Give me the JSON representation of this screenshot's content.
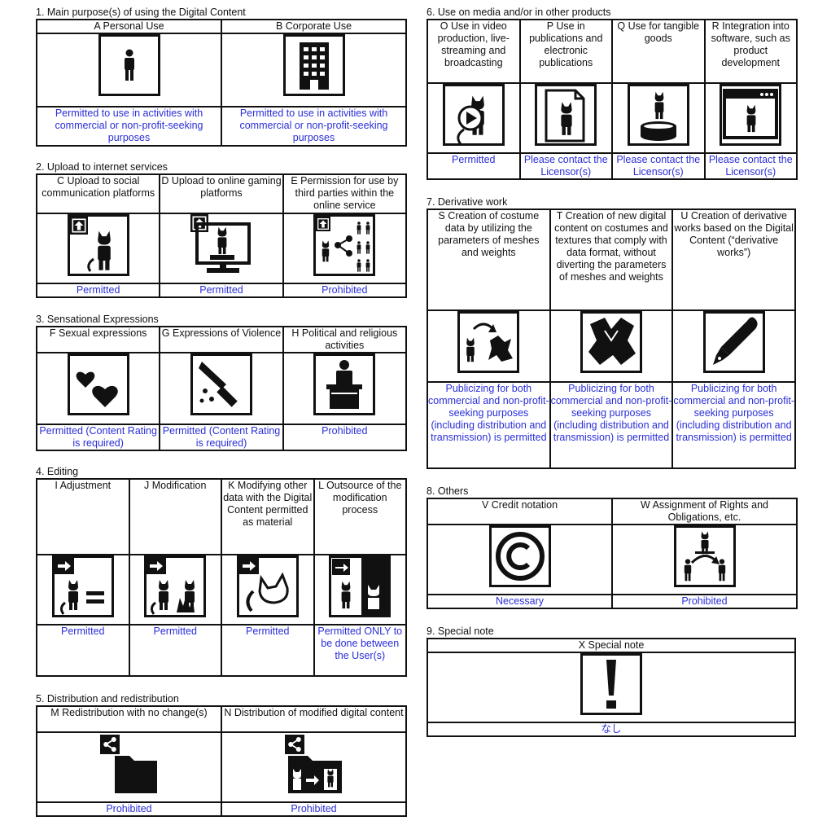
{
  "sections": {
    "s1": {
      "title": "1. Main purpose(s) of using the Digital Content",
      "items": [
        {
          "header": "A Personal Use",
          "icon": "person-icon",
          "status": "Permitted to use in activities with commercial or non-profit-seeking purposes"
        },
        {
          "header": "B  Corporate Use",
          "icon": "building-icon",
          "status": "Permitted to use in activities with commercial or non-profit-seeking purposes"
        }
      ]
    },
    "s2": {
      "title": "2. Upload to internet services",
      "items": [
        {
          "header": "C Upload to social communication platforms",
          "icon": "upload-social-icon",
          "status": "Permitted"
        },
        {
          "header": "D Upload to online gaming platforms",
          "icon": "upload-gaming-icon",
          "status": "Permitted"
        },
        {
          "header": "E Permission for use by third parties within the online service",
          "icon": "third-party-share-icon",
          "status": "Prohibited"
        }
      ]
    },
    "s3": {
      "title": "3. Sensational Expressions",
      "items": [
        {
          "header": "F Sexual expressions",
          "icon": "hearts-icon",
          "status": "Permitted (Content Rating is required)"
        },
        {
          "header": "G Expressions of Violence",
          "icon": "knife-icon",
          "status": "Permitted (Content Rating is required)"
        },
        {
          "header": "H Political and religious activities",
          "icon": "podium-speaker-icon",
          "status": "Prohibited"
        }
      ]
    },
    "s4": {
      "title": "4. Editing",
      "items": [
        {
          "header": "I Adjustment",
          "icon": "adjustment-icon",
          "status": "Permitted"
        },
        {
          "header": "J Modification",
          "icon": "modification-icon",
          "status": "Permitted"
        },
        {
          "header": "K Modifying other data with the Digital Content permitted as material",
          "icon": "modify-material-icon",
          "status": "Permitted"
        },
        {
          "header": "L Outsource of the modification process",
          "icon": "outsource-icon",
          "status": "Permitted ONLY to be done between the User(s)"
        }
      ]
    },
    "s5": {
      "title": "5. Distribution and redistribution",
      "items": [
        {
          "header": "M Redistribution with no change(s)",
          "icon": "redistribution-icon",
          "status": "Prohibited"
        },
        {
          "header": "N Distribution of modified digital content",
          "icon": "modified-distribution-icon",
          "status": "Prohibited"
        }
      ]
    },
    "s6": {
      "title": "6. Use on media and/or in other products",
      "items": [
        {
          "header": "O Use in video production, live-streaming and broadcasting",
          "icon": "video-play-icon",
          "status": "Permitted"
        },
        {
          "header": "P Use in publications and electronic publications",
          "icon": "publication-icon",
          "status": "Please contact the Licensor(s)"
        },
        {
          "header": "Q Use for tangible goods",
          "icon": "figurine-icon",
          "status": "Please contact the Licensor(s)"
        },
        {
          "header": "R Integration into software, such as product development",
          "icon": "software-window-icon",
          "status": "Please contact the Licensor(s)"
        }
      ]
    },
    "s7": {
      "title": "7. Derivative work",
      "items": [
        {
          "header": "S Creation of costume data by utilizing the parameters of meshes and weights",
          "icon": "costume-arrow-icon",
          "status": "Publicizing for both commercial and non-profit-seeking purposes (including distribution and transmission) is permitted"
        },
        {
          "header": "T Creation of new digital content on costumes and textures that comply with data format, without diverting the parameters of meshes and weights",
          "icon": "costume-icon",
          "status": "Publicizing for both commercial and non-profit-seeking purposes (including distribution and transmission) is permitted"
        },
        {
          "header": "U Creation of derivative works based on the Digital Content (“derivative works”)",
          "icon": "pen-nib-icon",
          "status": "Publicizing for both commercial and non-profit-seeking purposes (including distribution and transmission) is permitted"
        }
      ]
    },
    "s8": {
      "title": "8. Others",
      "items": [
        {
          "header": "V Credit notation",
          "icon": "copyright-icon",
          "status": "Necessary"
        },
        {
          "header": "W Assignment of Rights and Obligations, etc.",
          "icon": "transfer-rights-icon",
          "status": "Prohibited"
        }
      ]
    },
    "s9": {
      "title": "9. Special note",
      "items": [
        {
          "header": "X Special note",
          "icon": "exclamation-icon",
          "status": "なし"
        }
      ]
    }
  }
}
